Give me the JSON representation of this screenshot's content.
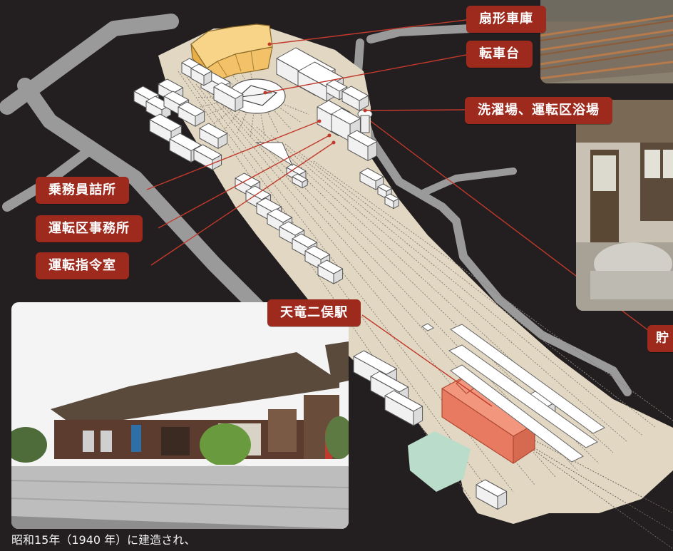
{
  "labels": {
    "roundhouse": "扇形車庫",
    "turntable": "転車台",
    "laundry_bath": "洗濯場、運転区浴場",
    "crew_room": "乗務員詰所",
    "depot_office": "運転区事務所",
    "dispatch_room": "運転指令室",
    "station": "天竜二俣駅",
    "storage_partial": "貯"
  },
  "caption": "昭和15年（1940 年）に建造され、",
  "colors": {
    "background": "#231f20",
    "label": "#9e2a1e",
    "ground": "#e2d7c3",
    "road": "#9a9a9a",
    "roundhouse": "#f3c167",
    "station_building": "#e77a60",
    "pond": "#b9dccb",
    "leader_line": "#c0392b"
  }
}
